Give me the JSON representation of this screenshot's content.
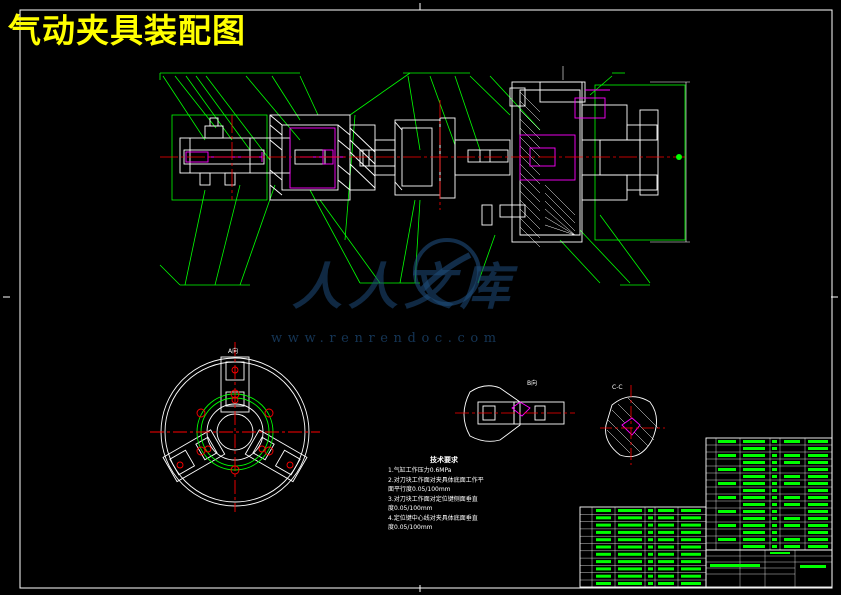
{
  "title": "气动夹具装配图",
  "watermark": {
    "text": "人人文库",
    "url": "www.renrendoc.com"
  },
  "notes": {
    "title": "技术要求",
    "lines": [
      "1.气缸工作压力0.6MPa",
      "2.对刀块工作面对夹具体底面工作平",
      "  面平行度0.05/100mm",
      "3.对刀块工作面对定位键侧面垂直",
      "  度0.05/100mm",
      "4.定位键中心线对夹具体底面垂直",
      "  度0.05/100mm"
    ]
  },
  "view_labels": {
    "a": "A向",
    "b": "B向",
    "c": "C-C"
  },
  "colors": {
    "background": "#000000",
    "title": "#ffff00",
    "part": "#ffffff",
    "leader": "#00ff00",
    "center_line": "#ff0000",
    "cut_part": "#ff00ff",
    "table_text": "#00ff00",
    "table_line": "#ffffff",
    "watermark": "#1e4c7a",
    "notes_text": "#ffffff"
  }
}
